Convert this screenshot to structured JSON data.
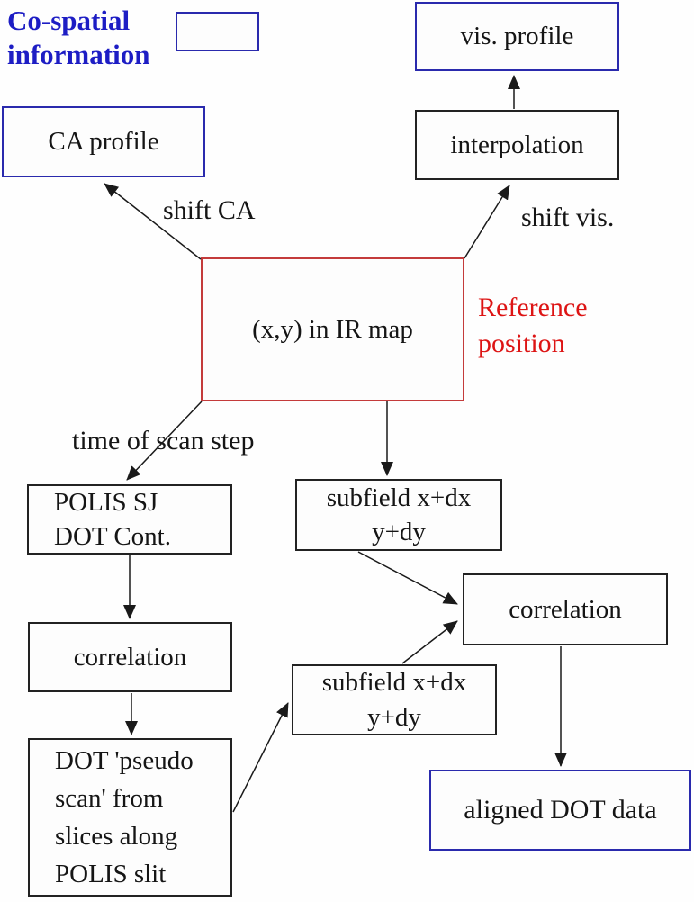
{
  "title": "Co-spatial alignment flow diagram",
  "colors": {
    "blue_border": "#2a2aad",
    "blue_text": "#1d1dc4",
    "red_border": "#c43b3b",
    "red_text": "#dd1414",
    "line_black": "#1a1a1a",
    "background": "#fefefe"
  },
  "heading": {
    "label": "Co-spatial\ninformation"
  },
  "nodes": {
    "legend_box": {
      "label": ""
    },
    "ca_profile": {
      "label": "CA profile"
    },
    "vis_profile": {
      "label": "vis. profile"
    },
    "interpolation": {
      "label": "interpolation"
    },
    "ir_map": {
      "label": "(x,y) in IR map"
    },
    "polis_sj": {
      "label": "POLIS SJ\nDOT Cont."
    },
    "subfield_top": {
      "label": "subfield x+dx\ny+dy"
    },
    "correlation_left": {
      "label": "correlation"
    },
    "correlation_right": {
      "label": "correlation"
    },
    "subfield_bottom": {
      "label": "subfield x+dx\ny+dy"
    },
    "dot_pseudo_scan": {
      "label": "DOT 'pseudo\nscan' from\nslices along\nPOLIS slit"
    },
    "aligned_dot": {
      "label": "aligned DOT data"
    }
  },
  "edge_labels": {
    "shift_ca": "shift CA",
    "shift_vis": "shift vis.",
    "reference_position": "Reference\nposition",
    "time_of_scan": "time of scan step"
  },
  "edges": [
    {
      "name": "arrow-ir-map-to-ca-profile",
      "from": "ir_map",
      "to": "ca_profile"
    },
    {
      "name": "arrow-ir-map-to-interpolation",
      "from": "ir_map",
      "to": "interpolation"
    },
    {
      "name": "arrow-interpolation-to-vis-profile",
      "from": "interpolation",
      "to": "vis_profile"
    },
    {
      "name": "arrow-ir-map-to-polis-sj",
      "from": "ir_map",
      "to": "polis_sj"
    },
    {
      "name": "arrow-ir-map-to-subfield-top",
      "from": "ir_map",
      "to": "subfield_top"
    },
    {
      "name": "arrow-polis-sj-to-correlation-left",
      "from": "polis_sj",
      "to": "correlation_left"
    },
    {
      "name": "arrow-correlation-left-to-dot-pseudo-scan",
      "from": "correlation_left",
      "to": "dot_pseudo_scan"
    },
    {
      "name": "arrow-subfield-top-to-correlation-right",
      "from": "subfield_top",
      "to": "correlation_right"
    },
    {
      "name": "arrow-subfield-bottom-to-correlation-right",
      "from": "subfield_bottom",
      "to": "correlation_right"
    },
    {
      "name": "arrow-correlation-right-to-aligned-dot",
      "from": "correlation_right",
      "to": "aligned_dot"
    },
    {
      "name": "arrow-dot-pseudo-scan-to-subfield-bottom",
      "from": "dot_pseudo_scan",
      "to": "subfield_bottom"
    }
  ]
}
